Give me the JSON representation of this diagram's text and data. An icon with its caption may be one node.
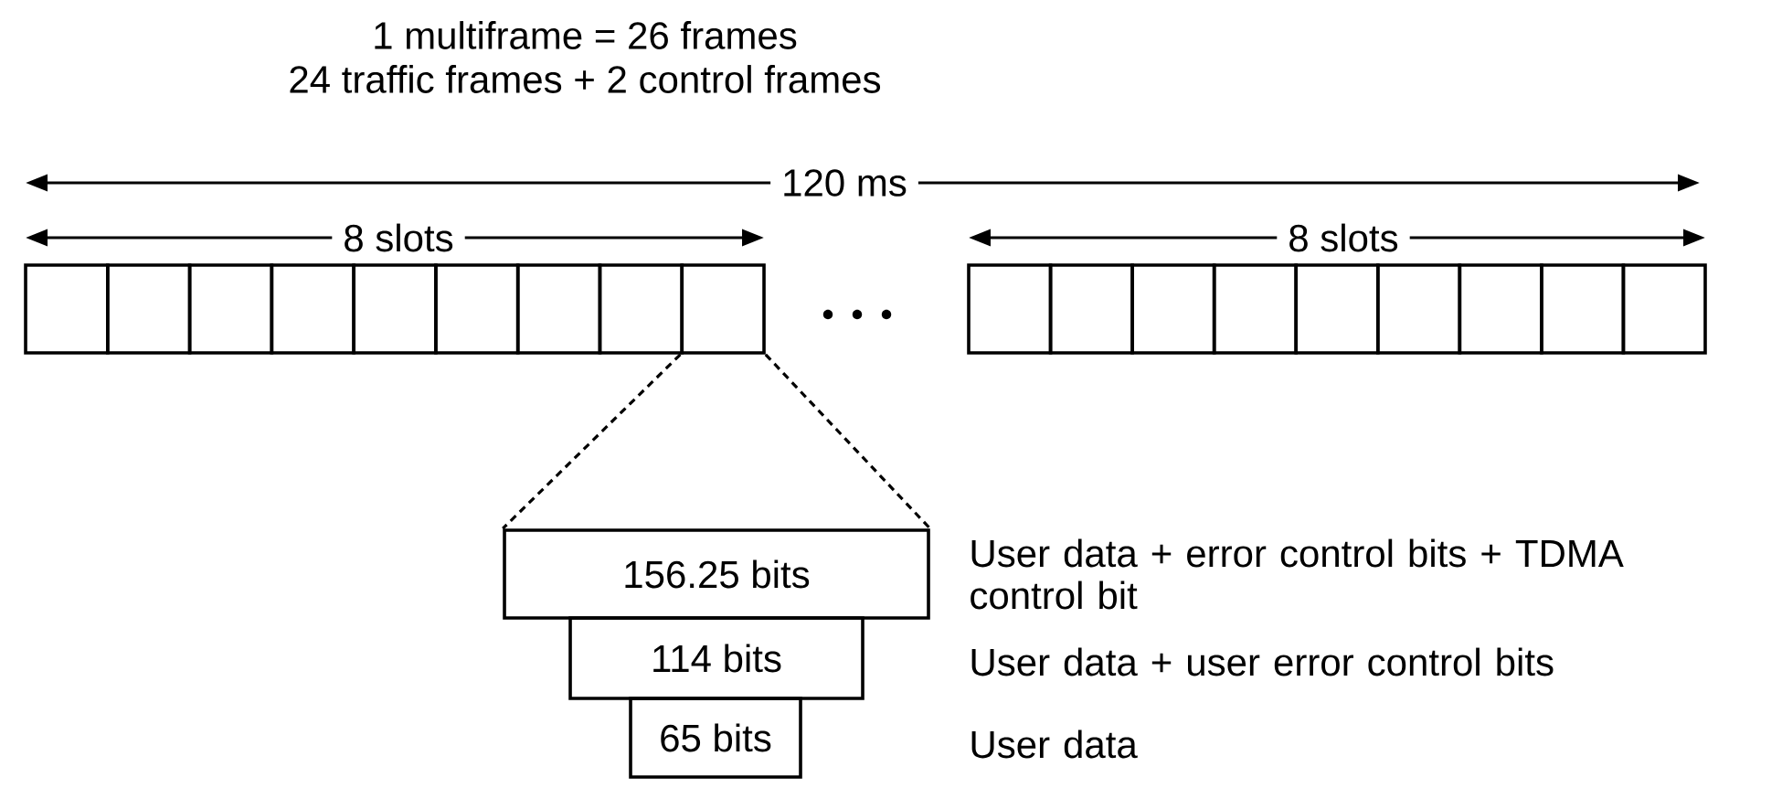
{
  "diagram": {
    "title": "1 multiframe = 26 frames",
    "nodes": [
      {
        "text": [],
        "shape": "box"
      },
      {
        "text": [],
        "shape": "box"
      },
      {
        "text": [],
        "shape": "box"
      },
      {
        "text": [],
        "shape": "box"
      },
      {
        "text": [],
        "shape": "box"
      },
      {
        "text": [],
        "shape": "box"
      },
      {
        "text": [],
        "shape": "box"
      },
      {
        "text": [],
        "shape": "box"
      },
      {
        "text": [],
        "shape": "box"
      },
      {
        "text": [],
        "shape": "box"
      },
      {
        "text": [],
        "shape": "box"
      },
      {
        "text": [],
        "shape": "box"
      },
      {
        "text": [],
        "shape": "box"
      },
      {
        "text": [],
        "shape": "box"
      },
      {
        "text": [],
        "shape": "box"
      },
      {
        "text": [],
        "shape": "box"
      },
      {
        "text": [],
        "shape": "box"
      },
      {
        "text": [],
        "shape": "box"
      },
      {
        "text": [
          "156.25 bits"
        ]
      },
      {
        "text": [
          "114 bits"
        ]
      },
      {
        "text": [
          "65 bits"
        ]
      }
    ],
    "edges": [
      {
        "from": 8,
        "to": 18,
        "arrow": "none",
        "style": "dashed"
      },
      {
        "from": 8,
        "to": 18,
        "arrow": "none",
        "style": "dashed"
      }
    ],
    "labels": [
      "24 traffic frames + 2 control frames",
      "120 ms",
      "8 slots",
      "8 slots",
      "User data + error control bits + TDMA control bit",
      "User data + user error control bits",
      "User data"
    ]
  }
}
